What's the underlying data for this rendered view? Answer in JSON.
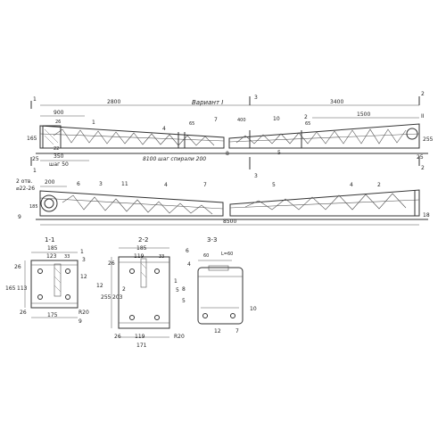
{
  "variant_label": "Вариант I",
  "top_beam": {
    "section_marks": [
      "1",
      "1",
      "2",
      "2",
      "3",
      "3"
    ],
    "dims": {
      "left_span": "2800",
      "right_span": "3400",
      "left_part": "900",
      "right_part": "1500",
      "d400": "400",
      "d26": "26",
      "d65a": "65",
      "d65b": "65",
      "d22": "22",
      "d350": "350",
      "d25a": "25",
      "d25b": "25",
      "d165": "165",
      "d255": "255",
      "pitch50": "шаг 50",
      "spiral": "8100 шаг спирали 200"
    },
    "callouts": [
      "1",
      "4",
      "7",
      "10",
      "2",
      "5",
      "8",
      "II"
    ]
  },
  "bottom_beam": {
    "holes_note_line1": "2 отв.",
    "holes_note_line2": "⌀22-26",
    "dims": {
      "d200": "200",
      "d185": "185",
      "d18": "18",
      "total": "8500"
    },
    "callouts": [
      "6",
      "3",
      "11",
      "4",
      "7",
      "5",
      "4",
      "2",
      "9"
    ]
  },
  "section_1_1": {
    "title": "1-1",
    "dims": {
      "w185": "185",
      "w123": "123",
      "d26a": "26",
      "h165": "165",
      "h113": "113",
      "d26b": "26",
      "d175": "175",
      "r20": "R20",
      "c33": "33"
    },
    "callouts": [
      "1",
      "3",
      "12",
      "9"
    ]
  },
  "section_2_2": {
    "title": "2-2",
    "dims": {
      "w185": "185",
      "w119": "119",
      "c33": "33",
      "d26a": "26",
      "h255": "255",
      "h203": "203",
      "d26b": "26",
      "w119b": "119",
      "r20": "R20",
      "w171": "171"
    },
    "callouts": [
      "12",
      "1",
      "2",
      "5"
    ]
  },
  "section_3_3": {
    "title": "3-3",
    "dims": {
      "d60": "60",
      "l60": "L=60"
    },
    "callouts": [
      "6",
      "4",
      "8",
      "5",
      "10",
      "12",
      "7"
    ]
  }
}
